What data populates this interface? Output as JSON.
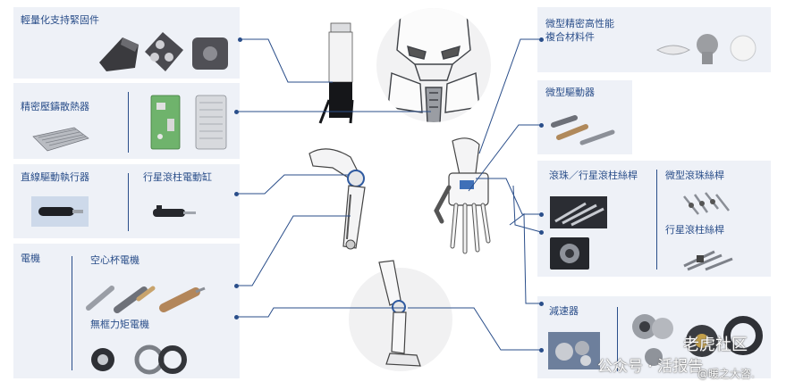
{
  "panels": {
    "fastener": {
      "title": "輕量化支持緊固件"
    },
    "diecast": {
      "title": "精密壓鑄散熱器"
    },
    "linear": {
      "title": "直線驅動執行器",
      "title2": "行星滾柱電動缸"
    },
    "motor": {
      "title": "電機",
      "sub1": "空心杯電機",
      "sub2": "無框力矩電機"
    },
    "composite": {
      "title_line1": "微型精密高性能",
      "title_line2": "複合材料件"
    },
    "microdrive": {
      "title": "微型驅動器"
    },
    "screw": {
      "title": "滾珠／行星滾柱絲桿",
      "title2": "微型滾珠絲桿",
      "title3": "行星滾柱絲桿"
    },
    "reducer": {
      "title": "減速器"
    }
  },
  "watermark": {
    "line1": "老虎社区",
    "line2": "公众号 · 活报告",
    "line3": "@暖之大咨."
  },
  "colors": {
    "accent": "#2a4e8a",
    "panel_bg": "#eef1f7"
  }
}
